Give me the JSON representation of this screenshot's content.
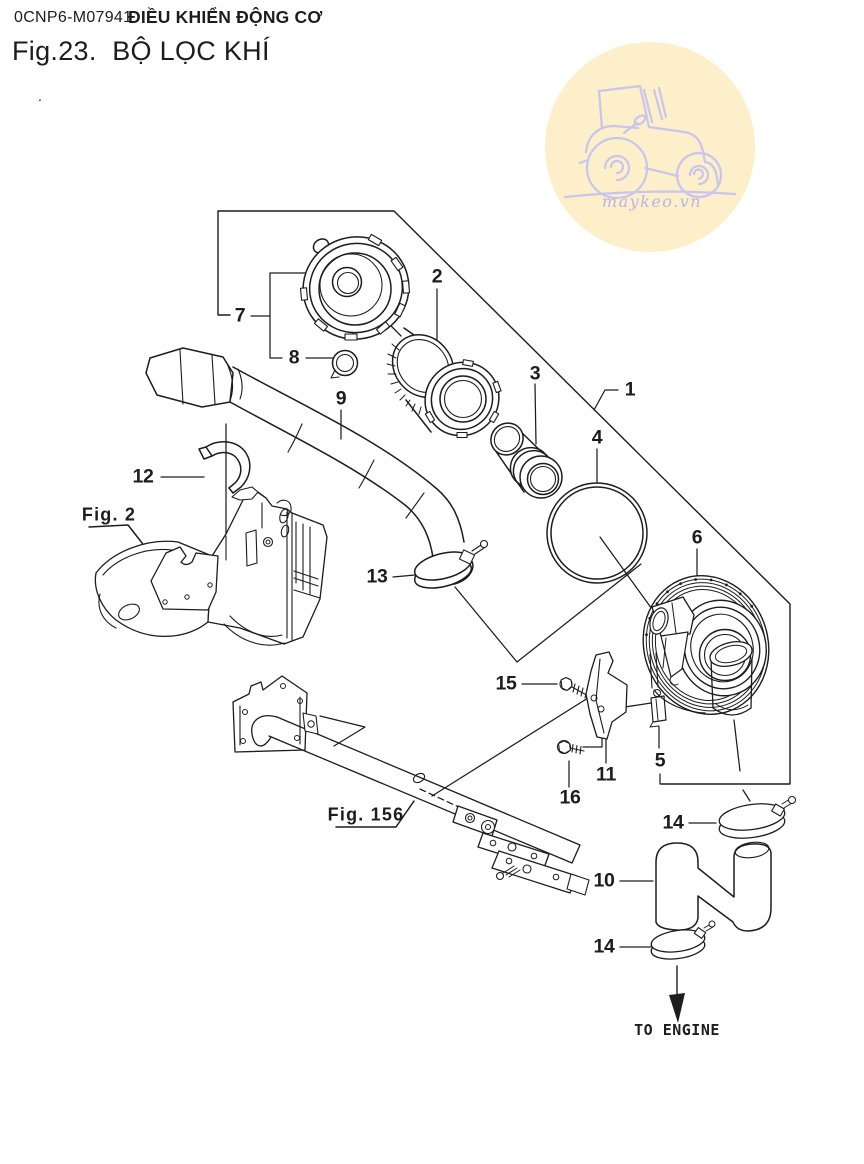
{
  "header": {
    "doc_code": "0CNP6-M07941",
    "section_title": "ĐIỀU KHIỂN ĐỘNG CƠ",
    "figure_title": "Fig.23.  BỘ LỌC KHÍ"
  },
  "watermark": {
    "text": "maykeo.vn",
    "badge_color": "#fcefc9",
    "art_color": "#c9c5ee",
    "text_color": "#b9b3e6"
  },
  "diagram": {
    "line_color": "#1d1d1d",
    "stray_mark": ".",
    "to_engine_label": "TO ENGINE",
    "figure_refs": [
      {
        "label": "Fig. 2"
      },
      {
        "label": "Fig. 156"
      }
    ],
    "callouts": [
      {
        "id": "1"
      },
      {
        "id": "2"
      },
      {
        "id": "3"
      },
      {
        "id": "4"
      },
      {
        "id": "5"
      },
      {
        "id": "6"
      },
      {
        "id": "7"
      },
      {
        "id": "8"
      },
      {
        "id": "9"
      },
      {
        "id": "10"
      },
      {
        "id": "11"
      },
      {
        "id": "12"
      },
      {
        "id": "13"
      },
      {
        "id": "14"
      },
      {
        "id": "14"
      },
      {
        "id": "15"
      },
      {
        "id": "16"
      }
    ]
  }
}
